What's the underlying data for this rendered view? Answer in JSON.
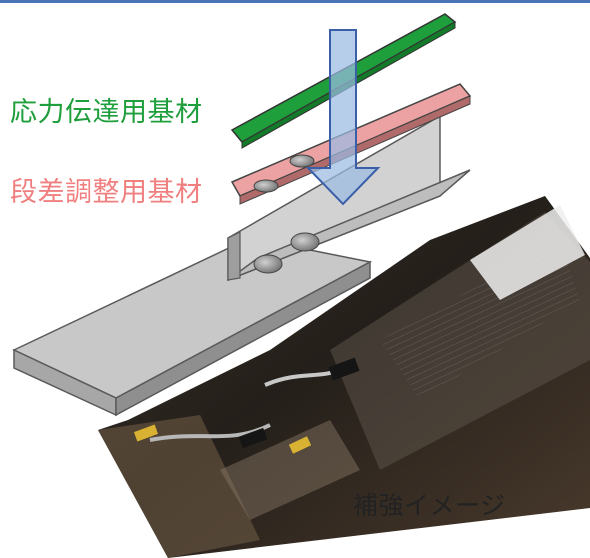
{
  "labels": {
    "stress_substrate": "応力伝達用基材",
    "step_substrate": "段差調整用基材",
    "reinforcement_image": "補強イメージ"
  },
  "colors": {
    "top_rule": "#4a74b4",
    "stress_substrate": "#1f9e3c",
    "step_substrate": "#f08080",
    "step_plate_fill": "#eca2a2",
    "arrow_fill": "#9bbbe3",
    "arrow_stroke": "#3a5fa8",
    "steel_face": "#c8c8c8",
    "steel_edge": "#5a5a5a"
  },
  "icons": {
    "arrow": "down-arrow-icon",
    "bolt": "bolt-head-icon"
  }
}
